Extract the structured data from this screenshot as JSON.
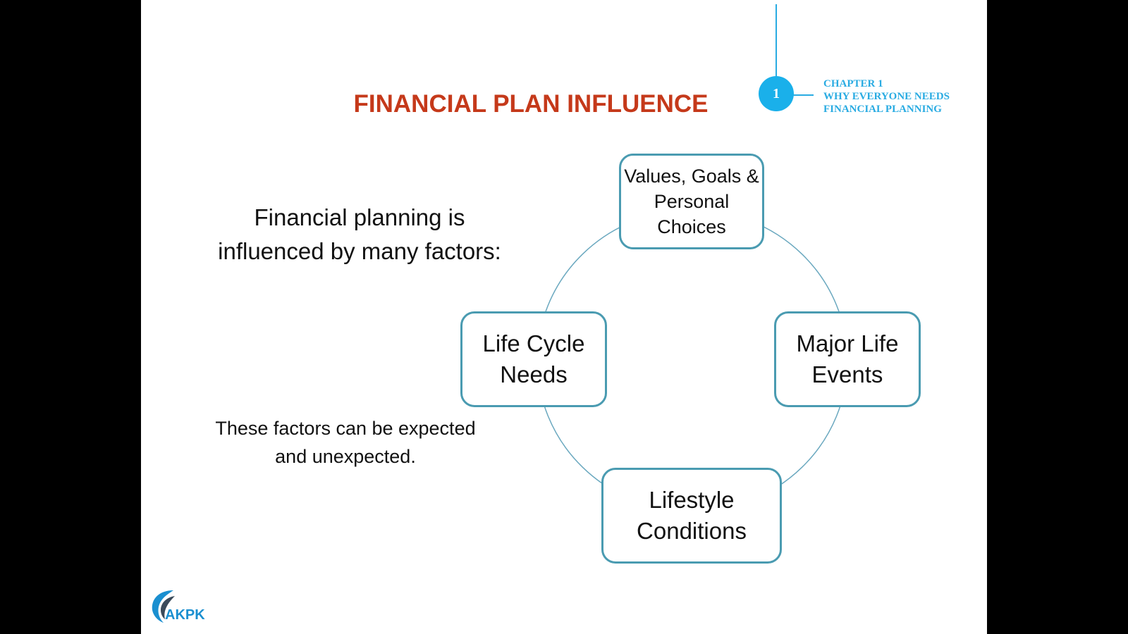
{
  "chapter": {
    "number": "1",
    "lines": [
      "CHAPTER 1",
      "WHY EVERYONE NEEDS",
      "FINANCIAL PLANNING"
    ]
  },
  "title": "FINANCIAL PLAN INFLUENCE",
  "intro": "Financial planning is influenced by many factors:",
  "note": "These factors can be expected and unexpected.",
  "cycle": {
    "nodes": [
      {
        "id": "top",
        "text": "Values, Goals & Personal Choices"
      },
      {
        "id": "right",
        "text": "Major Life Events"
      },
      {
        "id": "bottom",
        "text": "Lifestyle Conditions"
      },
      {
        "id": "left",
        "text": "Life Cycle Needs"
      }
    ]
  },
  "logo": {
    "text": "AKPK"
  },
  "colors": {
    "title": "#c5391a",
    "accent": "#29abe2",
    "node_border": "#4a9bb1",
    "ring": "#6aa8bf"
  }
}
